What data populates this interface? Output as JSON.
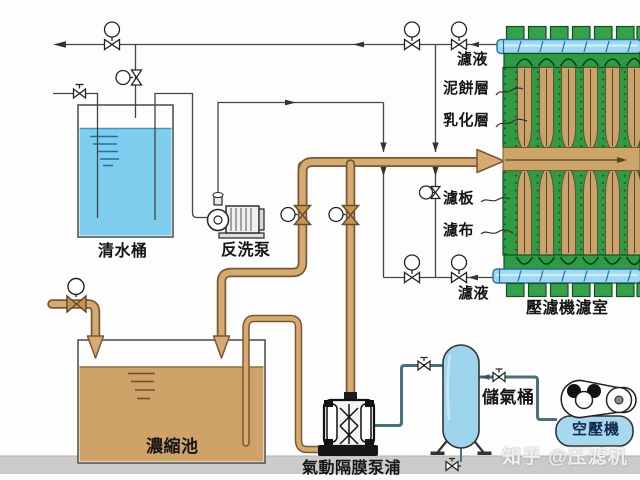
{
  "diagram": {
    "title_context": "filter press process flow diagram",
    "labels": {
      "clean_water_tank": "清水桶",
      "backwash_pump": "反洗泵",
      "thickening_tank": "濃縮池",
      "filtrate_top": "濾液",
      "cake_layer": "泥餅層",
      "emulsion_layer": "乳化層",
      "filter_plate": "濾板",
      "filter_cloth": "濾布",
      "filtrate_bottom": "濾液",
      "filter_press_chamber": "壓濾機濾室",
      "air_tank": "儲氣桶",
      "air_compressor": "空壓機",
      "diaphragm_pump": "氣動隔膜泵浦"
    },
    "watermark": "知乎 @压滤机",
    "colors": {
      "clean_water": "#7fceed",
      "sludge": "#cfa269",
      "slurry_pipe_fill": "#d6ab72",
      "slurry_pipe_outline": "#7a5833",
      "plate_green": "#2f9b45",
      "manifold_blue": "#9ed9f2",
      "manifold_outline": "#2e6f96",
      "air_line": "#47707a",
      "process_line": "#444444",
      "floor": "#cccbc9"
    }
  }
}
